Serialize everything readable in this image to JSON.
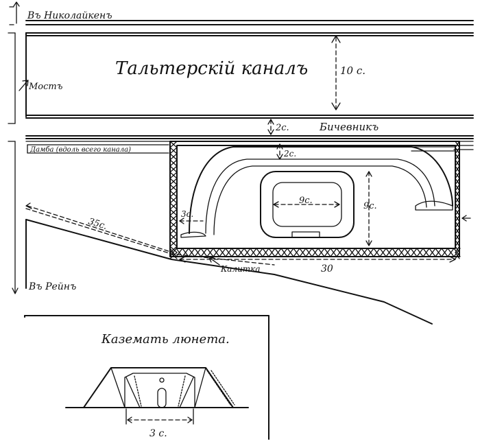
{
  "labels": {
    "to_nikolaiken": "Въ Николайкенъ",
    "canal": "Тальтерскій каналъ",
    "canal_width": "10 с.",
    "bridge": "Мостъ",
    "berm_gap": "2с.",
    "towpath": "Бичевникъ",
    "dam": "Дамба (вдоль всего канала)",
    "inner_gap": "2с.",
    "casemate_w": "9с.",
    "casemate_h": "9с.",
    "ditch_w": "3с.",
    "wicket": "Калитка",
    "length_30": "30",
    "length_35": "35с.",
    "to_rhein": "Въ Рейнъ",
    "inset_title": "Каземать люнета.",
    "inset_width": "3 с."
  },
  "colors": {
    "ink": "#111111",
    "paper": "#ffffff"
  }
}
